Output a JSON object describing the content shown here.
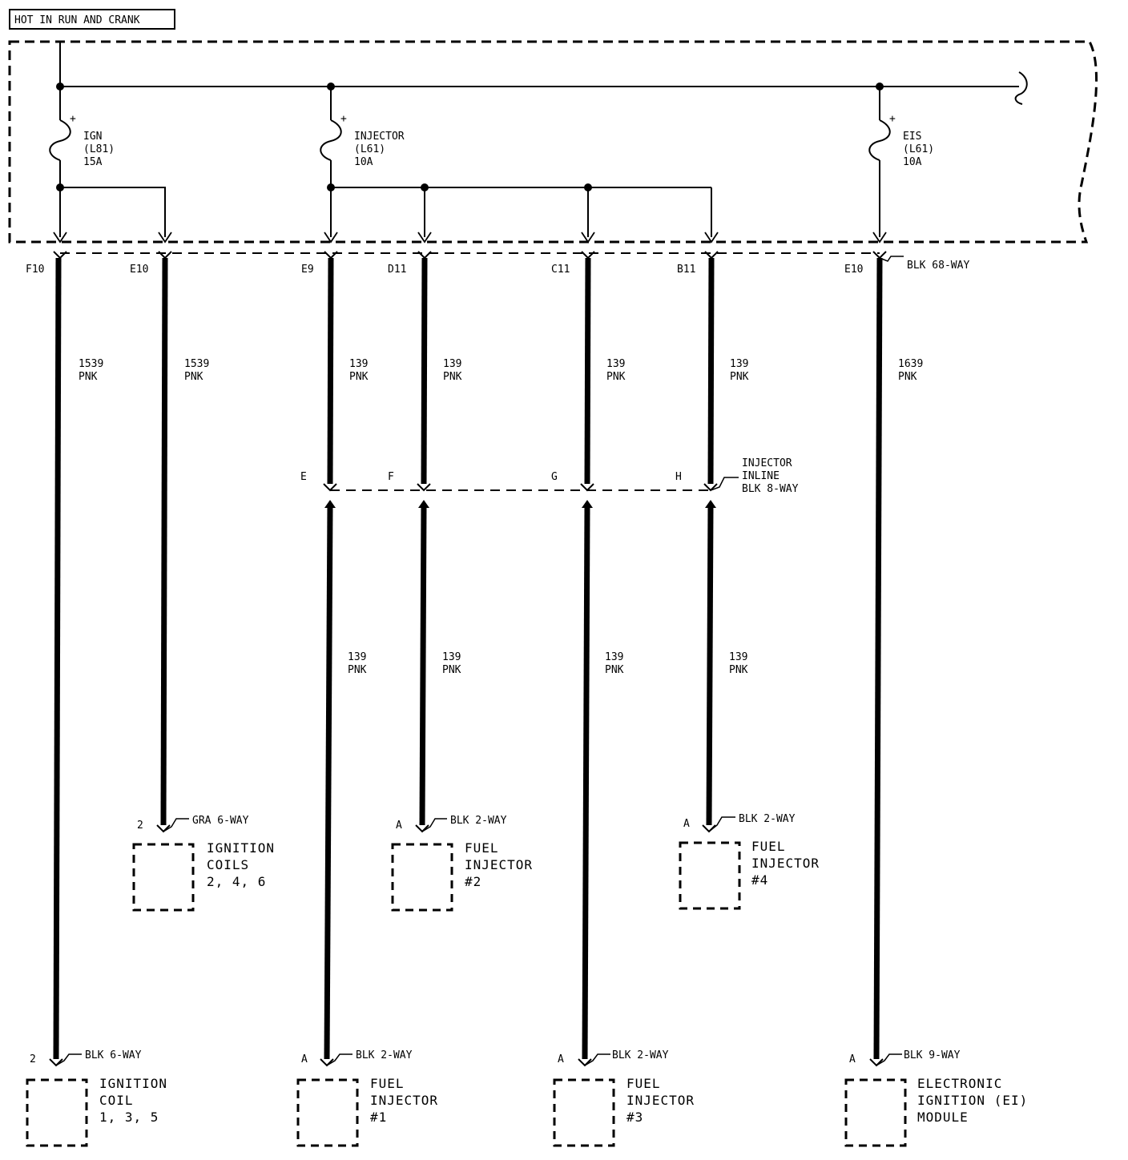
{
  "header": {
    "title": "HOT IN RUN AND CRANK"
  },
  "fuses": [
    {
      "name": "IGN",
      "circuit": "(L81)",
      "rating": "15A"
    },
    {
      "name": "INJECTOR",
      "circuit": "(L61)",
      "rating": "10A"
    },
    {
      "name": "EIS",
      "circuit": "(L61)",
      "rating": "10A"
    }
  ],
  "connector_68": {
    "label": "BLK 68-WAY"
  },
  "pins": [
    "F10",
    "E10",
    "E9",
    "D11",
    "C11",
    "B11",
    "E10"
  ],
  "wires": [
    {
      "circuit": "1539",
      "color": "PNK"
    },
    {
      "circuit": "1539",
      "color": "PNK"
    },
    {
      "circuit": "139",
      "color": "PNK"
    },
    {
      "circuit": "139",
      "color": "PNK"
    },
    {
      "circuit": "139",
      "color": "PNK"
    },
    {
      "circuit": "139",
      "color": "PNK"
    },
    {
      "circuit": "1639",
      "color": "PNK"
    }
  ],
  "inline_connector": {
    "pins": [
      "E",
      "F",
      "G",
      "H"
    ],
    "label_lines": [
      "INJECTOR",
      "INLINE",
      "BLK 8-WAY"
    ]
  },
  "lower_wires": [
    {
      "circuit": "139",
      "color": "PNK"
    },
    {
      "circuit": "139",
      "color": "PNK"
    },
    {
      "circuit": "139",
      "color": "PNK"
    },
    {
      "circuit": "139",
      "color": "PNK"
    }
  ],
  "components": [
    {
      "pin": "2",
      "connector": "GRA 6-WAY",
      "name_lines": [
        "IGNITION",
        "COILS",
        "2, 4, 6"
      ]
    },
    {
      "pin": "A",
      "connector": "BLK 2-WAY",
      "name_lines": [
        "FUEL",
        "INJECTOR",
        "#2"
      ]
    },
    {
      "pin": "A",
      "connector": "BLK 2-WAY",
      "name_lines": [
        "FUEL",
        "INJECTOR",
        "#4"
      ]
    },
    {
      "pin": "2",
      "connector": "BLK 6-WAY",
      "name_lines": [
        "IGNITION",
        "COIL",
        "1, 3, 5"
      ]
    },
    {
      "pin": "A",
      "connector": "BLK 2-WAY",
      "name_lines": [
        "FUEL",
        "INJECTOR",
        "#1"
      ]
    },
    {
      "pin": "A",
      "connector": "BLK 2-WAY",
      "name_lines": [
        "FUEL",
        "INJECTOR",
        "#3"
      ]
    },
    {
      "pin": "A",
      "connector": "BLK 9-WAY",
      "name_lines": [
        "ELECTRONIC",
        "IGNITION (EI)",
        "MODULE"
      ]
    }
  ]
}
